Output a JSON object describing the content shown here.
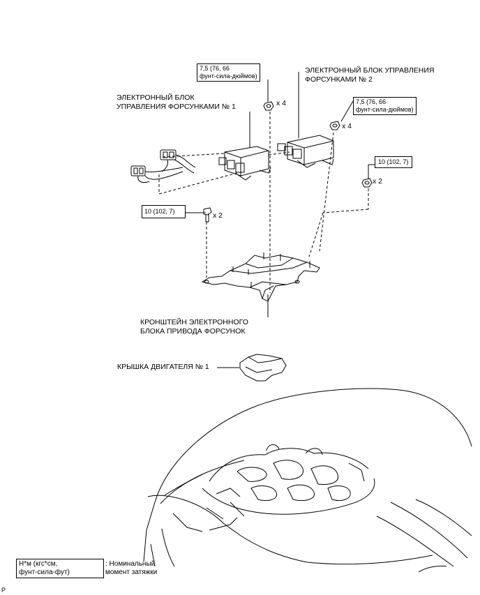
{
  "labels": {
    "ecu1_line1": "ЭЛЕКТРОННЫЙ БЛОК",
    "ecu1_line2": "УПРАВЛЕНИЯ ФОРСУНКАМИ № 1",
    "ecu2_line1": "ЭЛЕКТРОННЫЙ БЛОК УПРАВЛЕНИЯ",
    "ecu2_line2": "ФОРСУНКАМИ № 2",
    "bracket_line1": "КРОНШТЕЙН ЭЛЕКТРОННОГО",
    "bracket_line2": "БЛОКА ПРИВОДА ФОРСУНОК",
    "cover": "КРЫШКА ДВИГАТЕЛЯ № 1"
  },
  "torque_boxes": {
    "top_left_line1": "7,5 (76, 66",
    "top_left_line2": "фунт-сила-дюймов)",
    "top_right_line1": "7,5 (76, 66",
    "top_right_line2": "фунт-сила-дюймов)",
    "right_mid": "10 (102, 7)",
    "left_mid": "10 (102, 7)"
  },
  "quantities": {
    "nut_top_left": "x 4",
    "nut_top_right": "x 4",
    "nut_right": "x 2",
    "bolt_left": "x 2"
  },
  "legend": {
    "box_line1": "Н*м (кгс*см,",
    "box_line2": "фунт-сила-фут)",
    "desc_line1": ": Номинальный",
    "desc_line2": "момент затяжки"
  },
  "corner_mark": "P"
}
